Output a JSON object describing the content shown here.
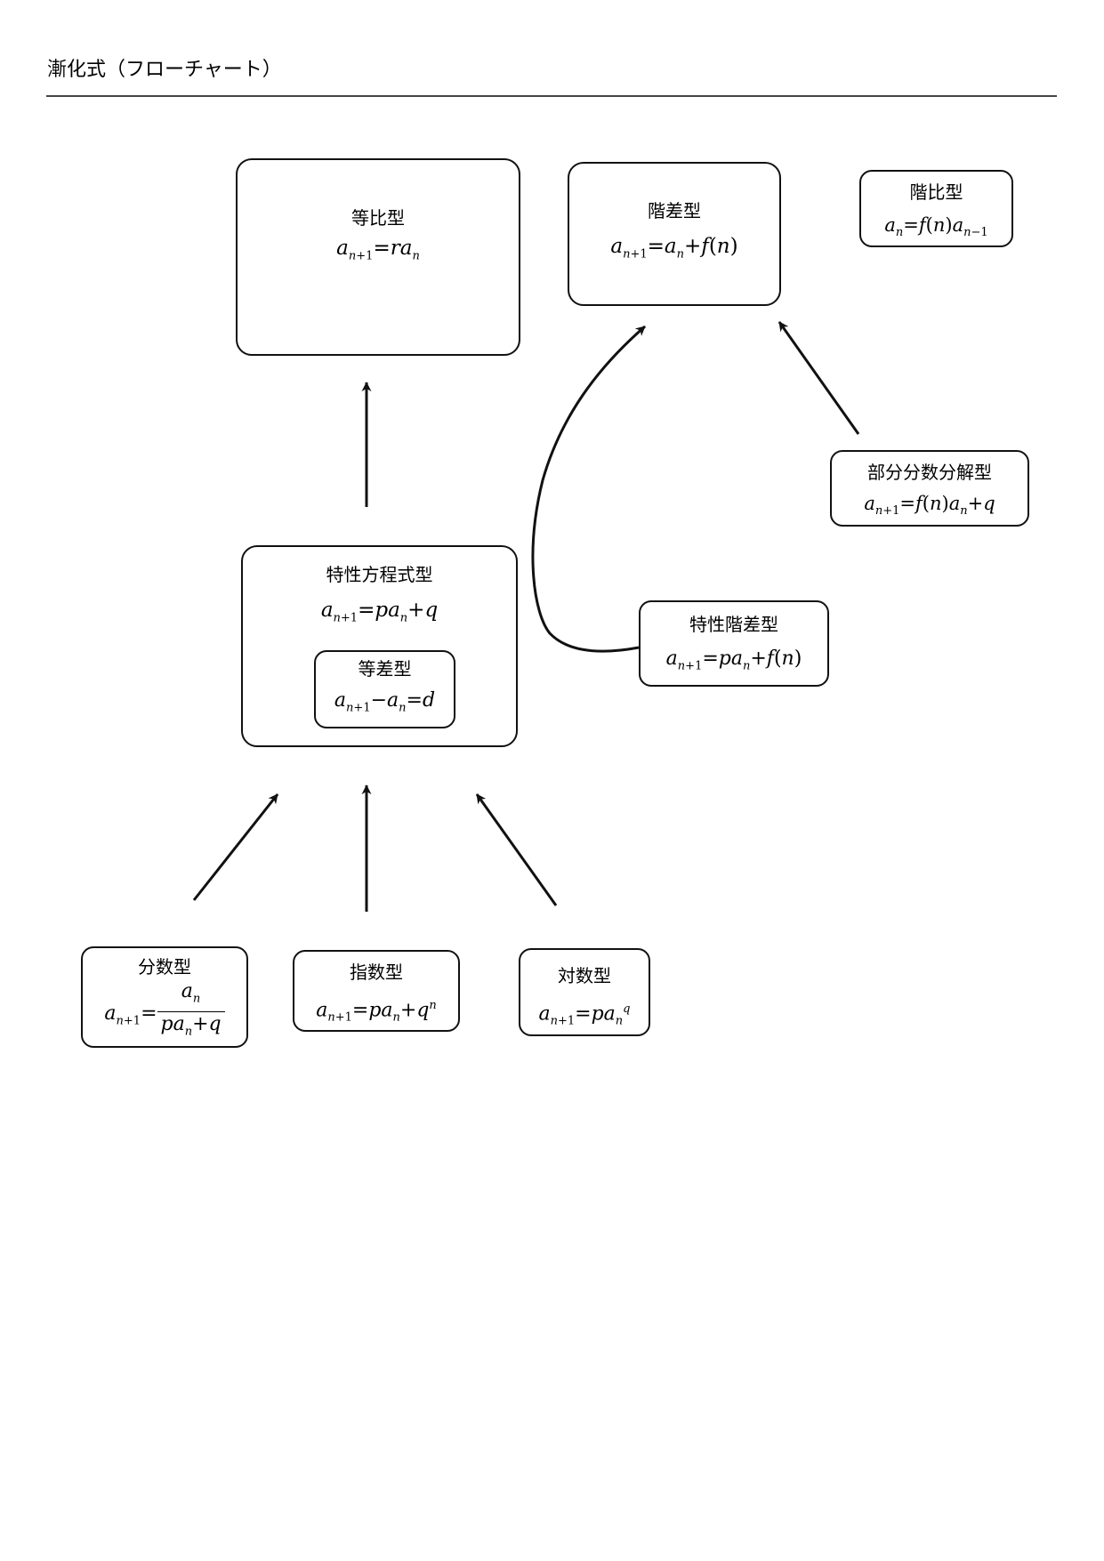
{
  "header": {
    "title": "漸化式（フローチャート）"
  },
  "nodes": {
    "geometric": {
      "label": "等比型"
    },
    "difference": {
      "label": "階差型"
    },
    "ratio_product": {
      "label": "階比型"
    },
    "partial_fraction": {
      "label": "部分分数分解型"
    },
    "characteristic": {
      "label": "特性方程式型"
    },
    "arithmetic": {
      "label": "等差型"
    },
    "char_difference": {
      "label": "特性階差型"
    },
    "fraction": {
      "label": "分数型"
    },
    "exponential": {
      "label": "指数型"
    },
    "logarithmic": {
      "label": "対数型"
    }
  },
  "edges": [
    {
      "from": "characteristic",
      "to": "geometric"
    },
    {
      "from": "char_difference",
      "to": "difference"
    },
    {
      "from": "partial_fraction",
      "to": "difference"
    },
    {
      "from": "fraction",
      "to": "characteristic"
    },
    {
      "from": "exponential",
      "to": "characteristic"
    },
    {
      "from": "logarithmic",
      "to": "characteristic"
    }
  ],
  "colors": {
    "stroke": "#111111",
    "background": "#ffffff"
  }
}
